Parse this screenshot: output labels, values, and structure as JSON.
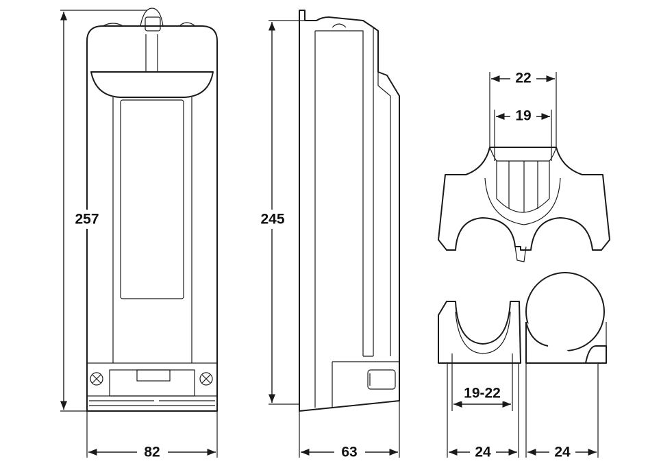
{
  "dimensions": {
    "front_height": "257",
    "front_width": "82",
    "side_height": "245",
    "side_depth": "63",
    "clip_outer": "22",
    "clip_inner": "19",
    "clip_range": "19-22",
    "clip_width_left": "24",
    "clip_width_right": "24"
  },
  "colors": {
    "line": "#1a1a1a",
    "background": "#ffffff"
  }
}
